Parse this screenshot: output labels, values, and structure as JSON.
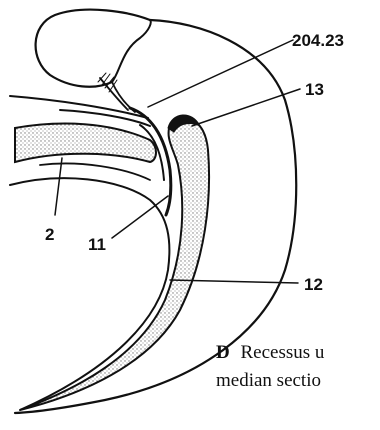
{
  "labels": {
    "label_204_23": "204.23",
    "label_13": "13",
    "label_2": "2",
    "label_11": "11",
    "label_12": "12"
  },
  "caption": {
    "letter": "D",
    "line1": "Recessus u",
    "line2": "median sectio"
  },
  "colors": {
    "ink": "#111111",
    "stipple": "#8a8a8a",
    "background": "#ffffff"
  }
}
